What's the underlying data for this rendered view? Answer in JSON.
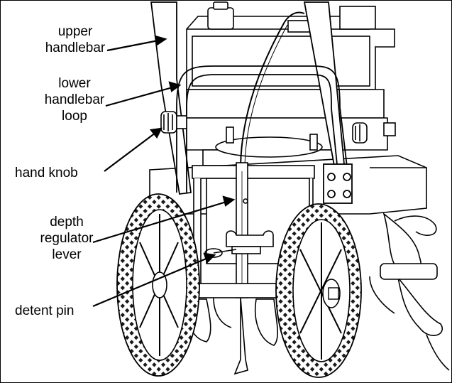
{
  "figure": {
    "labels": {
      "upper_handlebar": [
        "upper",
        "handlebar"
      ],
      "lower_handlebar_loop": [
        "lower",
        "handlebar",
        "loop"
      ],
      "hand_knob": "hand knob",
      "depth_regulator_lever": [
        "depth",
        "regulator",
        "lever"
      ],
      "detent_pin": "detent pin"
    },
    "colors": {
      "line": "#000000",
      "background": "#ffffff",
      "tread": "#1a1a1a"
    }
  }
}
